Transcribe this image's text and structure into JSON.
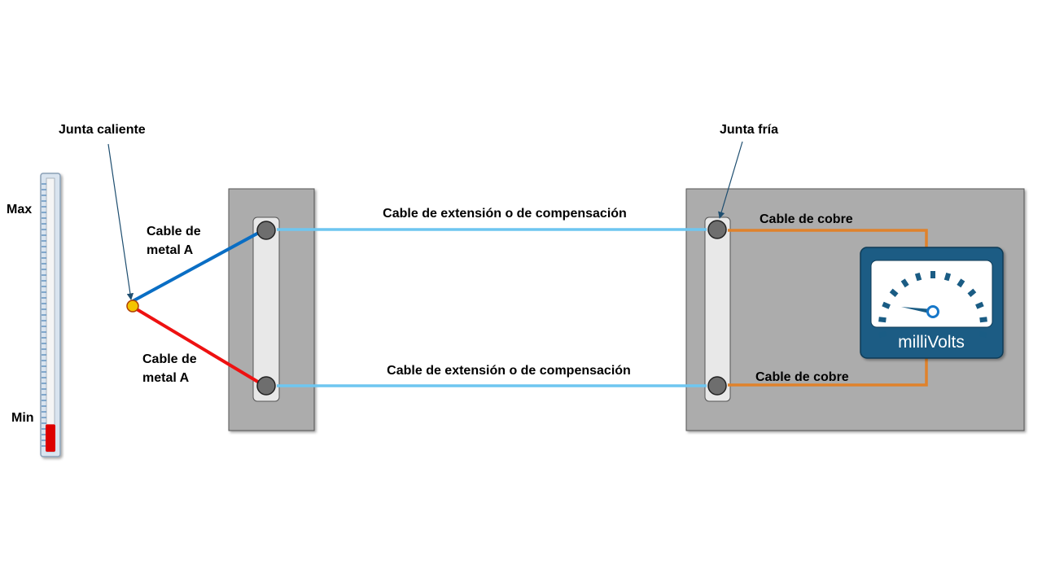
{
  "labels": {
    "hot_junction": "Junta caliente",
    "cold_junction": "Junta fría",
    "max": "Max",
    "min": "Min",
    "cable_a_top_line1": "Cable de",
    "cable_a_top_line2": "metal A",
    "cable_a_bottom_line1": "Cable de",
    "cable_a_bottom_line2": "metal A",
    "extension_top": "Cable de extensión o de compensación",
    "extension_bottom": "Cable de extensión o de compensación",
    "copper_top": "Cable de cobre",
    "copper_bottom": "Cable de cobre",
    "meter_unit": "milliVolts"
  },
  "thermometer": {
    "level_fraction": 0.1
  },
  "colors": {
    "metal_a_top": "#0a6ec4",
    "metal_a_bottom": "#ee1111",
    "extension": "#6ec6f0",
    "copper": "#e0822b",
    "panel": "#acacac",
    "meter_body": "#1a5c84",
    "thermometer_fluid": "#dd0000",
    "junction": "#f4c400"
  }
}
